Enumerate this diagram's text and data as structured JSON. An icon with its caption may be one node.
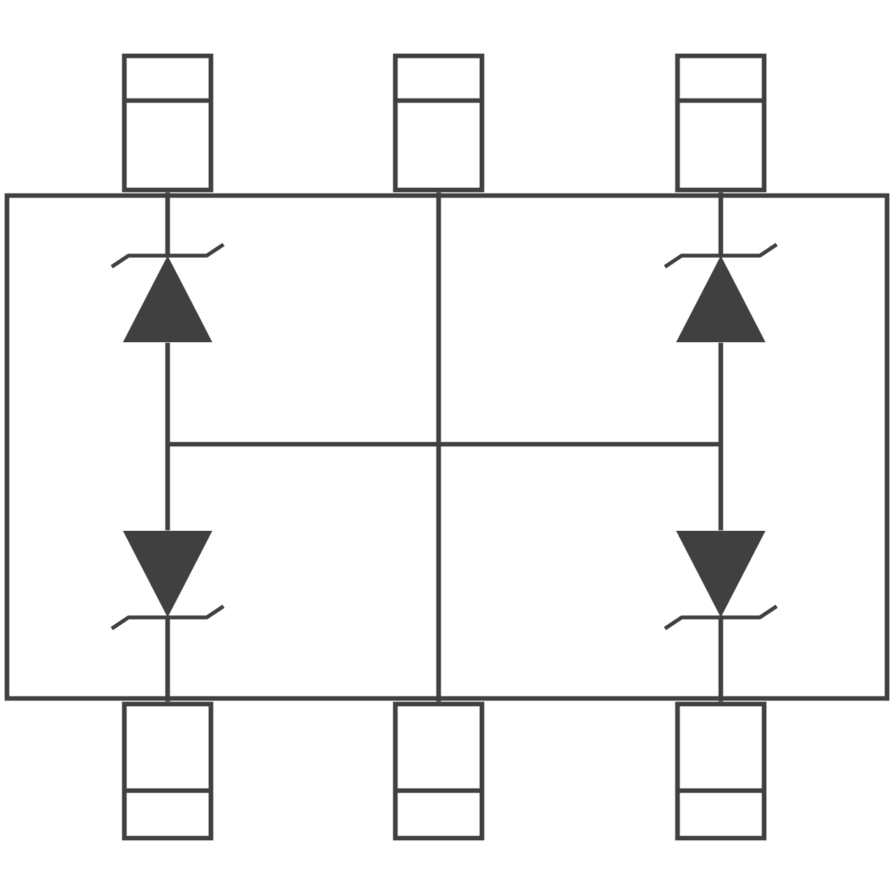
{
  "diagram": {
    "nodes": [
      {
        "text": [],
        "shape": "box"
      },
      {
        "text": [],
        "shape": "box"
      },
      {
        "text": [],
        "shape": "box"
      },
      {
        "text": [],
        "shape": "box"
      },
      {
        "text": [],
        "shape": "box"
      },
      {
        "text": [],
        "shape": "box"
      },
      {
        "text": [],
        "shape": "box"
      },
      {
        "text": [],
        "shape": "triangle",
        "in": 0
      },
      {
        "text": [],
        "shape": "triangle",
        "in": 0
      },
      {
        "text": [],
        "shape": "triangle",
        "in": 0
      },
      {
        "text": [],
        "shape": "triangle",
        "in": 0
      }
    ],
    "edges": [
      {
        "from": 1,
        "to": 7,
        "arrow": "none"
      },
      {
        "from": 7,
        "to": 8,
        "arrow": "none"
      },
      {
        "from": 8,
        "to": 4,
        "arrow": "none"
      },
      {
        "from": 2,
        "to": 5,
        "arrow": "none"
      },
      {
        "from": 3,
        "to": 9,
        "arrow": "none"
      },
      {
        "from": 9,
        "to": 10,
        "arrow": "none"
      },
      {
        "from": 10,
        "to": 6,
        "arrow": "none"
      }
    ]
  }
}
